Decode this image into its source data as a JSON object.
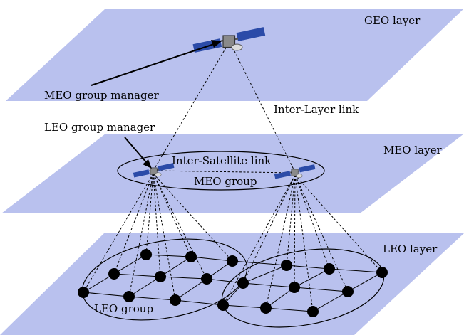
{
  "layers": {
    "geo": "GEO layer",
    "meo": "MEO layer",
    "leo": "LEO layer"
  },
  "labels": {
    "meo_group_manager": "MEO group manager",
    "leo_group_manager": "LEO group manager",
    "inter_layer_link": "Inter-Layer link",
    "inter_satellite_link": "Inter-Satellite link",
    "meo_group": "MEO group",
    "leo_group": "LEO group"
  },
  "colors": {
    "layer_fill": "#b9c1ee",
    "solar_panel": "#2b4ba8",
    "node": "#000000"
  }
}
